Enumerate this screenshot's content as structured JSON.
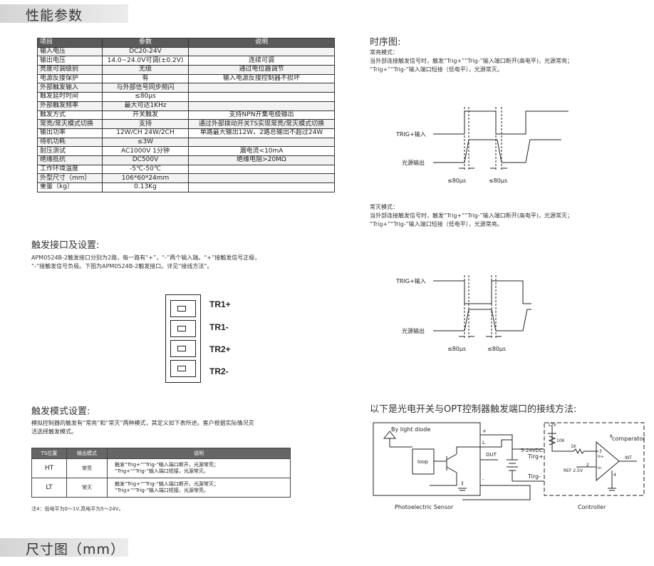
{
  "sections": {
    "performance": "性能参数",
    "trigger_interface": "触发接口及设置:",
    "trigger_mode": "触发模式设置:",
    "timing": "时序图:",
    "wiring": "以下是光电开关与OPT控制器触发端口的接线方法:",
    "dimension": "尺寸图（mm）"
  },
  "spec_table": {
    "headers": [
      "项目",
      "参数",
      "说明"
    ],
    "rows": [
      [
        "输入电压",
        "DC20-24V",
        ""
      ],
      [
        "输出电压",
        "14.0~24.0V可调(±0.2V)",
        "连续可调"
      ],
      [
        "亮度可调级别",
        "无级",
        "通过电位器调节"
      ],
      [
        "电源反接保护",
        "有",
        "输入电源反接控制器不损坏"
      ],
      [
        "外部触发输入",
        "与外部信号同步频闪",
        ""
      ],
      [
        "触发延时时间",
        "≤80μs",
        ""
      ],
      [
        "外部触发频率",
        "最大可达1KHz",
        ""
      ],
      [
        "触发方式",
        "开关触发",
        "支持NPN开集电极输出"
      ],
      [
        "常亮/常灭模式切换",
        "支持",
        "通过外部拨动开关TS实现常亮/常灭模式切换"
      ],
      [
        "输出功率",
        "12W/CH 24W/2CH",
        "单路最大输出12W，2路总输出不超过24W"
      ],
      [
        "待机功耗",
        "≤3W",
        ""
      ],
      [
        "耐压测试",
        "AC1000V 1分钟",
        "漏电流<10mA"
      ],
      [
        "绝缘抵抗",
        "DC500V",
        "绝缘电阻>20MΩ"
      ],
      [
        "工作环境温度",
        "-5℃-50℃",
        ""
      ],
      [
        "外型尺寸（mm）",
        "106*60*24mm",
        ""
      ],
      [
        "重量（kg）",
        "0.13Kg",
        ""
      ]
    ]
  },
  "trigger_interface_text": [
    "APM0524B-2触发接口分别为2路，每一路有“+”，“-”两个输入端。“+”接触发信号正极，",
    "“-”接触发信号负极。下图为APM0524B-2触发接口。详见“接线方法”。"
  ],
  "connector_labels": [
    "TR1+",
    "TR1-",
    "TR2+",
    "TR2-"
  ],
  "trigger_mode_text": [
    "模拟控制器的触发有“常亮”和“常灭”两种模式，其定义如下表所述。客户根据实际情况灵",
    "活选择触发模式。"
  ],
  "mode_table": {
    "headers": [
      "TS位置",
      "输出模式",
      "说明"
    ],
    "rows": [
      {
        "pos": "HT",
        "mode": "常亮",
        "desc1": "触发“Trig+”“Trig-”输入端口断开，光源常亮；",
        "desc2": "“Trig+”“Trig-”输入端口短接，光源常灭。"
      },
      {
        "pos": "LT",
        "mode": "常灭",
        "desc1": "触发“Trig+”“Trig-”输入端口断开，光源常灭；",
        "desc2": "“Trig+”“Trig-”输入端口短接，光源常亮。"
      }
    ]
  },
  "mode_note": "注4：低电平为0～1V,高电平为5～24V。",
  "timing": {
    "mode1_title": "常亮模式：",
    "mode1_text": [
      "当外部连接触发信号时，触发“Trig+”“Trig-”输入端口断开(高电平)，光源常亮；",
      "“Trig+”“Trig-”输入端口短接（低电平），光源常灭。"
    ],
    "mode2_title": "常灭模式：",
    "mode2_text": [
      "当外部连接触发信号时，触发“Trig+”“Trig-”输入端口断开(高电平)，光源常灭；",
      "“Trig+”“Trig-”输入端口短接（低电平），光源常亮。"
    ],
    "trig_label": "TRIG+输入",
    "light_label": "光源输出",
    "delay1": "≤80μs",
    "delay2": "≤80μs"
  },
  "wiring_labels": {
    "diode": "By light diode",
    "loop": "loop",
    "out": "OUT",
    "plus": "+",
    "l": "L",
    "minus": "-",
    "supply": "5-24VDC",
    "trig_plus": "Tirg+",
    "trig_minus": "Tirg-",
    "v12": "12V",
    "r10k": "10K",
    "r1k": "1K",
    "ref": "REF 2.5V",
    "comparator": "comparator",
    "int": "INT",
    "pin8": "8",
    "pin3": "3",
    "pin2": "2",
    "pin4": "4",
    "in_plus": "In+",
    "in_minus": "In-",
    "sensor": "Photoelectric Sensor",
    "controller": "Controller"
  }
}
